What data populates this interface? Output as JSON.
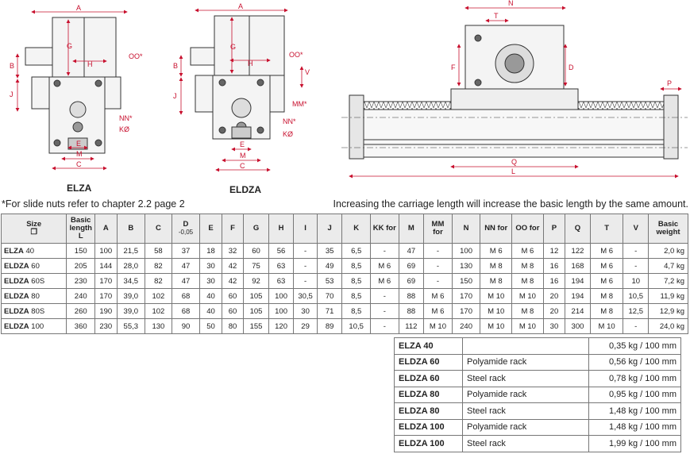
{
  "captions": {
    "left": "ELZA",
    "middle": "ELDZA"
  },
  "drawing_labels": {
    "A": "A",
    "B": "B",
    "C": "C",
    "E": "E",
    "F": "F",
    "G": "G",
    "H": "H",
    "J": "J",
    "K": "KØ",
    "L": "L",
    "M": "M",
    "N": "N",
    "NN": "NN*",
    "OO": "OO*",
    "MM": "MM*",
    "P": "P",
    "Q": "Q",
    "T": "T",
    "V": "V",
    "D": "D"
  },
  "notes": {
    "slide_nuts": "*For slide nuts refer to chapter 2.2 page 2",
    "carriage": "Increasing the carriage length will increase the basic length by the same amount."
  },
  "spec_table": {
    "headers": [
      "Size",
      "Basic length L",
      "A",
      "B",
      "C",
      "D",
      "E",
      "F",
      "G",
      "H",
      "I",
      "J",
      "K",
      "KK for",
      "M",
      "MM for",
      "N",
      "NN for",
      "OO for",
      "P",
      "Q",
      "T",
      "V",
      "Basic weight"
    ],
    "size_symbol": "❐",
    "d_sub": "-0,05",
    "rows": [
      {
        "model": "ELZA",
        "size": "40",
        "cells": [
          "150",
          "100",
          "21,5",
          "58",
          "37",
          "18",
          "32",
          "60",
          "56",
          "-",
          "35",
          "6,5",
          "-",
          "47",
          "-",
          "100",
          "M 6",
          "M 6",
          "12",
          "122",
          "M 6",
          "-",
          "2,0 kg"
        ]
      },
      {
        "model": "ELDZA",
        "size": "60",
        "cells": [
          "205",
          "144",
          "28,0",
          "82",
          "47",
          "30",
          "42",
          "75",
          "63",
          "-",
          "49",
          "8,5",
          "M 6",
          "69",
          "-",
          "130",
          "M 8",
          "M 8",
          "16",
          "168",
          "M 6",
          "-",
          "4,7 kg"
        ]
      },
      {
        "model": "ELDZA",
        "size": "60S",
        "cells": [
          "230",
          "170",
          "34,5",
          "82",
          "47",
          "30",
          "42",
          "92",
          "63",
          "-",
          "53",
          "8,5",
          "M 6",
          "69",
          "-",
          "150",
          "M 8",
          "M 8",
          "16",
          "194",
          "M 6",
          "10",
          "7,2 kg"
        ]
      },
      {
        "model": "ELDZA",
        "size": "80",
        "cells": [
          "240",
          "170",
          "39,0",
          "102",
          "68",
          "40",
          "60",
          "105",
          "100",
          "30,5",
          "70",
          "8,5",
          "-",
          "88",
          "M 6",
          "170",
          "M 10",
          "M 10",
          "20",
          "194",
          "M 8",
          "10,5",
          "11,9 kg"
        ]
      },
      {
        "model": "ELDZA",
        "size": "80S",
        "cells": [
          "260",
          "190",
          "39,0",
          "102",
          "68",
          "40",
          "60",
          "105",
          "100",
          "30",
          "71",
          "8,5",
          "-",
          "88",
          "M 6",
          "170",
          "M 10",
          "M 8",
          "20",
          "214",
          "M 8",
          "12,5",
          "12,9 kg"
        ]
      },
      {
        "model": "ELDZA",
        "size": "100",
        "cells": [
          "360",
          "230",
          "55,3",
          "130",
          "90",
          "50",
          "80",
          "155",
          "120",
          "29",
          "89",
          "10,5",
          "-",
          "112",
          "M 10",
          "240",
          "M 10",
          "M 10",
          "30",
          "300",
          "M 10",
          "-",
          "24,0 kg"
        ]
      }
    ]
  },
  "weight_table": [
    {
      "model": "ELZA 40",
      "rack": "",
      "weight": "0,35 kg / 100 mm"
    },
    {
      "model": "ELDZA 60",
      "rack": "Polyamide rack",
      "weight": "0,56 kg / 100 mm"
    },
    {
      "model": "ELDZA 60",
      "rack": "Steel rack",
      "weight": "0,78 kg / 100 mm"
    },
    {
      "model": "ELDZA 80",
      "rack": "Polyamide rack",
      "weight": "0,95 kg / 100 mm"
    },
    {
      "model": "ELDZA 80",
      "rack": "Steel rack",
      "weight": "1,48 kg / 100 mm"
    },
    {
      "model": "ELDZA 100",
      "rack": "Polyamide rack",
      "weight": "1,48 kg / 100 mm"
    },
    {
      "model": "ELDZA 100",
      "rack": "Steel rack",
      "weight": "1,99 kg / 100 mm"
    }
  ],
  "colors": {
    "dimension": "#c8102e",
    "line": "#333333",
    "header_bg": "#ebebeb"
  }
}
